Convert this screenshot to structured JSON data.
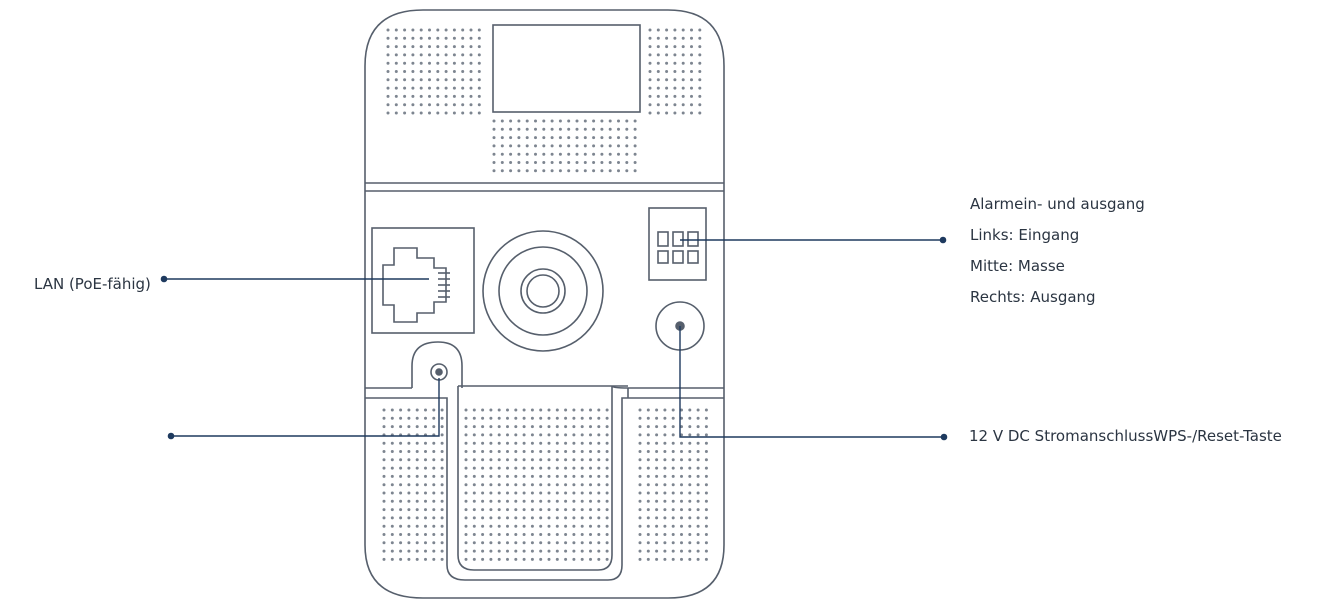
{
  "labels": {
    "lan": "LAN (PoE-fähig)",
    "alarm": [
      "Alarmein- und ausgang",
      "Links: Eingang",
      "Mitte: Masse",
      "Rechts: Ausgang"
    ],
    "power": "12 V DC StromanschlussWPS-/Reset-Taste"
  },
  "colors": {
    "outline": "#565f6c",
    "dots": "#7d8590",
    "leader": "#1e3a5f",
    "text": "#2b3542"
  }
}
